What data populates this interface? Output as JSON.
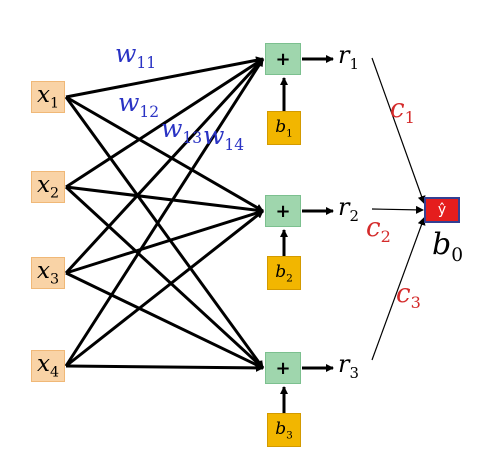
{
  "inputs": [
    {
      "sym": "x",
      "sub": "1"
    },
    {
      "sym": "x",
      "sub": "2"
    },
    {
      "sym": "x",
      "sub": "3"
    },
    {
      "sym": "x",
      "sub": "4"
    }
  ],
  "weights": [
    {
      "sym": "w",
      "sub": "11"
    },
    {
      "sym": "w",
      "sub": "12"
    },
    {
      "sym": "w",
      "sub": "13"
    },
    {
      "sym": "w",
      "sub": "14"
    }
  ],
  "sum_nodes": [
    {
      "symbol": "+"
    },
    {
      "symbol": "+"
    },
    {
      "symbol": "+"
    }
  ],
  "biases": [
    {
      "sym": "b",
      "sub": "1"
    },
    {
      "sym": "b",
      "sub": "2"
    },
    {
      "sym": "b",
      "sub": "3"
    }
  ],
  "outputs": [
    {
      "sym": "r",
      "sub": "1"
    },
    {
      "sym": "r",
      "sub": "2"
    },
    {
      "sym": "r",
      "sub": "3"
    }
  ],
  "output_weights": [
    {
      "sym": "c",
      "sub": "1"
    },
    {
      "sym": "c",
      "sub": "2"
    },
    {
      "sym": "c",
      "sub": "3"
    }
  ],
  "prediction": {
    "symbol": "ŷ"
  },
  "output_bias": {
    "sym": "b",
    "sub": "0"
  },
  "colors": {
    "input_fill": "#f9d3a6",
    "sum_fill": "#9fd6ad",
    "bias_fill": "#f2b600",
    "prediction_fill": "#e51d1d",
    "weight_label": "#2a33c4",
    "output_weight_label": "#d42b2b"
  }
}
